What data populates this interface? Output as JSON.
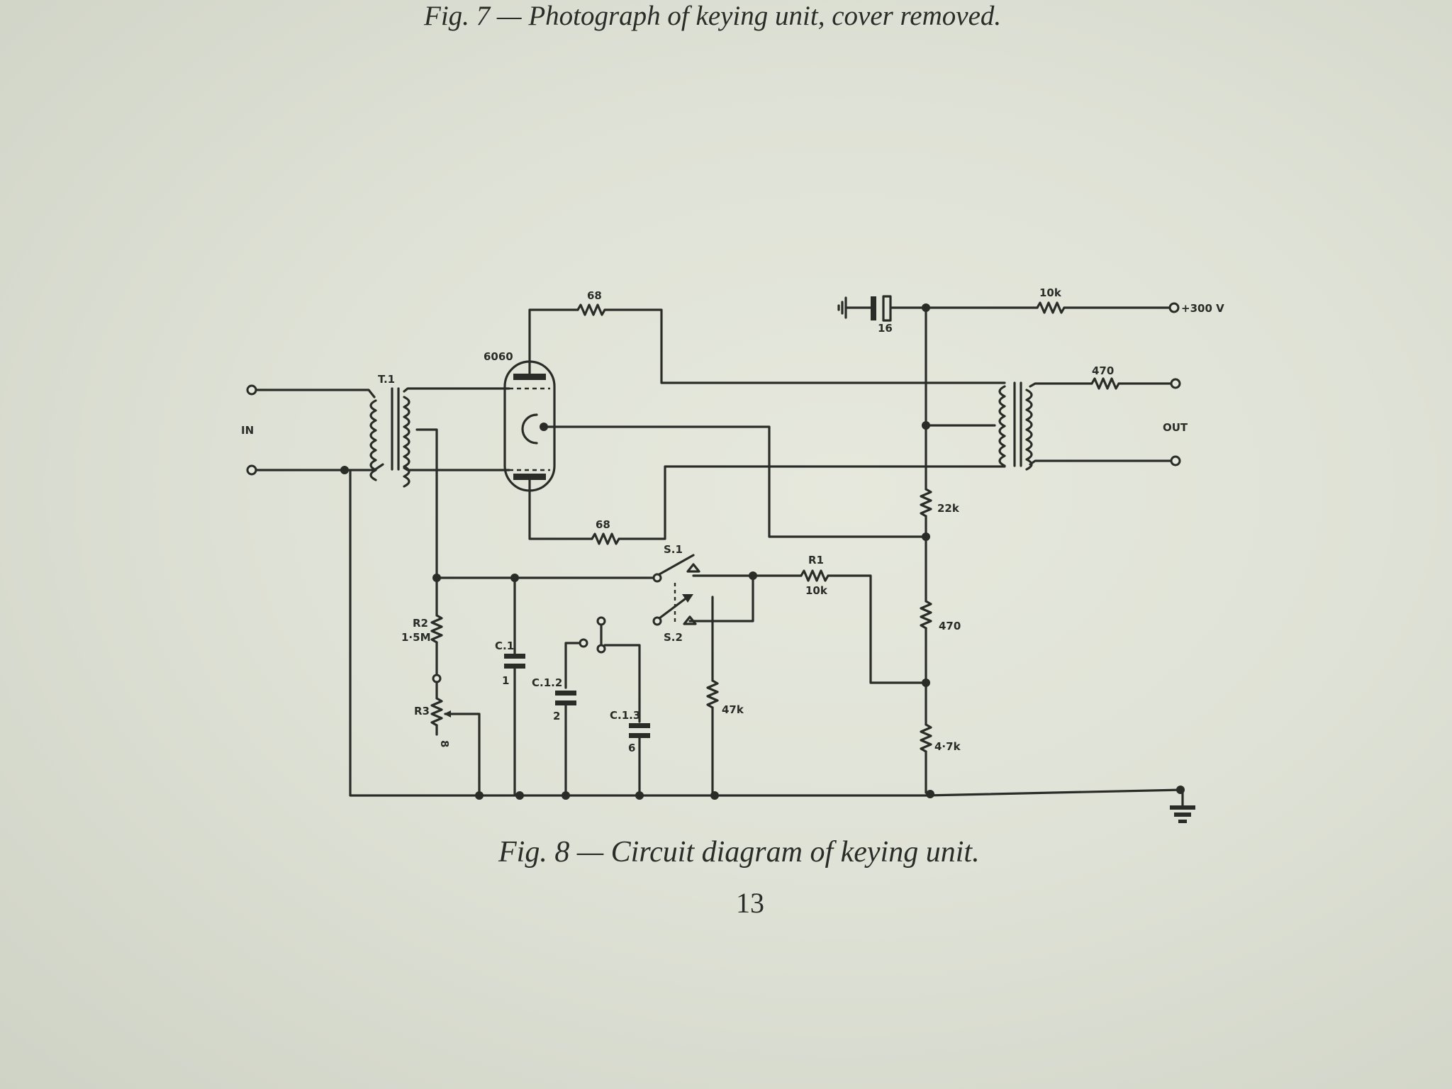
{
  "captions": {
    "fig7": "Fig. 7 — Photograph of keying unit, cover removed.",
    "fig8": "Fig. 8 — Circuit diagram of keying unit."
  },
  "page_number": "13",
  "schematic": {
    "labels": {
      "in": "IN",
      "out": "OUT",
      "t1": "T.1",
      "tube": "6060",
      "r_top": "68",
      "r_bottom": "68",
      "cap_16": "16",
      "r_10k_top": "10k",
      "supply": "+300 V",
      "r_470_out": "470",
      "r_22k": "22k",
      "r_470": "470",
      "r_4_7k": "4·7k",
      "r_47k": "47k",
      "r1": "R1",
      "r1_val": "10k",
      "s1": "S.1",
      "s2": "S.2",
      "r2": "R2",
      "r2_val": "1·5M",
      "r3": "R3",
      "r3_val": "8",
      "c1": "C.1",
      "c1_val": "1",
      "c12": "C.1.2",
      "c12_val": "2",
      "c13": "C.1.3",
      "c13_val": "6"
    }
  }
}
